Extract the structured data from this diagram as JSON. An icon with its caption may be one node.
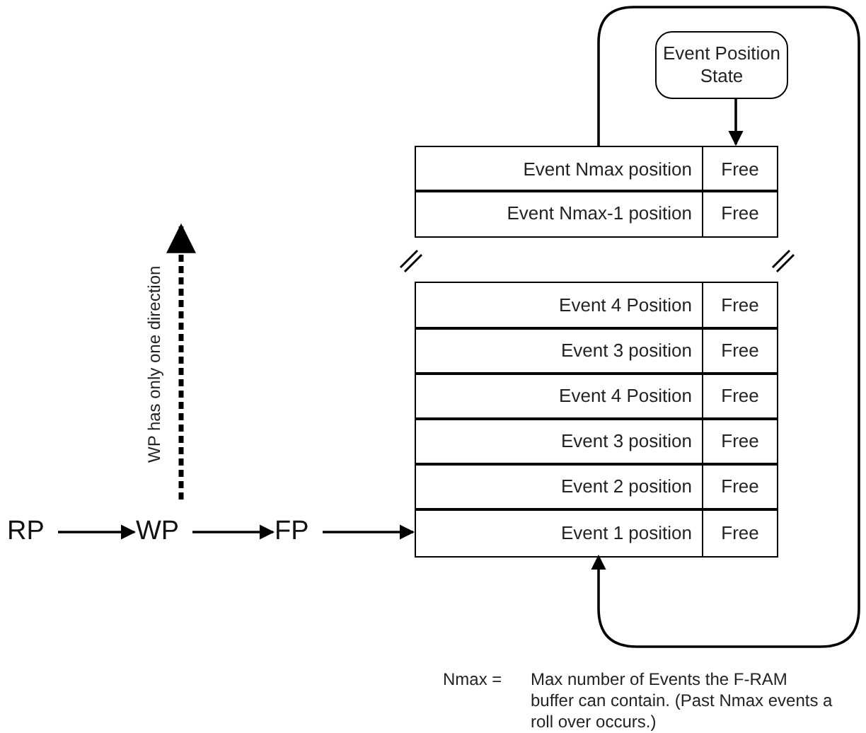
{
  "diagram": {
    "nodes": [
      {
        "text": [
          "Event Position State"
        ]
      },
      {
        "text": [
          "Event Nmax position",
          "Free"
        ]
      },
      {
        "text": [
          "Event Nmax-1 position",
          "Free"
        ]
      },
      {
        "text": [
          "Event 4 Position",
          "Free"
        ]
      },
      {
        "text": [
          "Event 3 position",
          "Free"
        ]
      },
      {
        "text": [
          "Event 4 Position",
          "Free"
        ]
      },
      {
        "text": [
          "Event 3 position",
          "Free"
        ]
      },
      {
        "text": [
          "Event 2 position",
          "Free"
        ]
      },
      {
        "text": [
          "Event 1 position",
          "Free"
        ]
      },
      {
        "text": [
          "RP"
        ]
      },
      {
        "text": [
          "WP"
        ]
      },
      {
        "text": [
          "FP"
        ]
      }
    ],
    "edges": [
      {
        "from": 0,
        "to": 1,
        "arrow": "to"
      },
      {
        "from": 1,
        "to": 8,
        "arrow": "to"
      },
      {
        "from": 9,
        "to": 10,
        "arrow": "to"
      },
      {
        "from": 10,
        "to": 11,
        "arrow": "to"
      },
      {
        "from": 11,
        "to": 8,
        "arrow": "to"
      },
      {
        "from": 10,
        "to": null,
        "arrow": "to",
        "label": "WP has only one direction",
        "style": "dashed"
      }
    ],
    "labels": [
      "Nmax =",
      "Max number of Events the F-RAM buffer can contain. (Past Nmax events  a roll over occurs.)"
    ]
  }
}
